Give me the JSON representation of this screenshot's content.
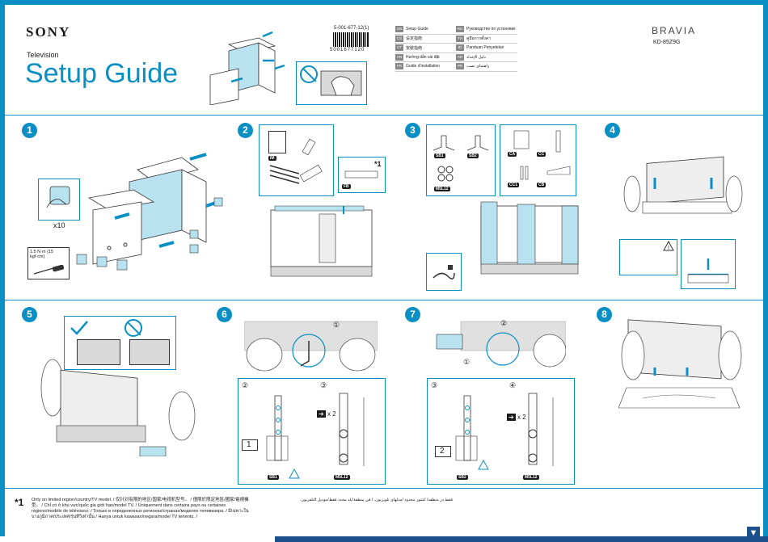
{
  "header": {
    "brand": "SONY",
    "product_type": "Television",
    "title": "Setup Guide",
    "part_number": "5-001-677-12(1)",
    "barcode_number": "5001677120",
    "series": "BRAVIA",
    "model": "KD-85Z9G"
  },
  "languages": [
    {
      "code": "GB",
      "label": "Setup Guide"
    },
    {
      "code": "RU",
      "label": "Руководство по установке"
    },
    {
      "code": "CS",
      "label": "设定指南"
    },
    {
      "code": "TH",
      "label": "คู่มือการตั้งค่า"
    },
    {
      "code": "CT",
      "label": "安裝指南"
    },
    {
      "code": "ID",
      "label": "Panduan Penyetelan"
    },
    {
      "code": "VN",
      "label": "Hướng dẫn cài đặt"
    },
    {
      "code": "AR",
      "label": "دليل الإعداد"
    },
    {
      "code": "FR",
      "label": "Guide d'installation"
    },
    {
      "code": "PR",
      "label": "راهنمای نصب"
    }
  ],
  "steps": [
    {
      "number": "1"
    },
    {
      "number": "2"
    },
    {
      "number": "3"
    },
    {
      "number": "4"
    },
    {
      "number": "5"
    },
    {
      "number": "6"
    },
    {
      "number": "7"
    },
    {
      "number": "8"
    }
  ],
  "step1": {
    "count_label": "x10",
    "torque_label": "1.5 N·m {15 kgf·cm}"
  },
  "step2": {
    "im_label": "IM",
    "fb_label": "FB",
    "footnote_ref": "*1"
  },
  "step3": {
    "sb1": "SB1",
    "sb2": "SB2",
    "m5l12": "M5L12",
    "ca": "CA",
    "cc": "CC",
    "cc1": "CC1",
    "cb": "CB"
  },
  "step6": {
    "sub1": "①",
    "sub2": "②",
    "sub3": "③",
    "mult": "x 2",
    "box_num": "1",
    "sb1": "SB1",
    "m5l12": "M5L12"
  },
  "step7": {
    "sub1": "①",
    "sub2": "②",
    "sub3": "③",
    "sub4": "④",
    "mult": "x 2",
    "box_num": "2",
    "sb2": "SB2",
    "m5l12": "M5L12"
  },
  "footnote": {
    "mark": "*1",
    "text": "Only on limited region/country/TV model. / 仅针对有限的地区/国家/电视机型号。 / 僅限於限定地區/國家/電視機型。 / Chỉ có ở khu vực/quốc gia giới hạn/model TV. / Uniquement dans certains pays ou certaines régions/modèle de téléviseur. / Только в определенных регионах/странах/моделях телевизора. / มีเฉพาะในบางภูมิภาค/ประเทศ/รุ่นทีวีเท่านั้น / Hanya untuk kawasan/negara/model TV tertentu. /",
    "arabic": "فقط در منطقه/ کشور محدود /مدلهای تلویزیون. / في منطقة/بلد محدد فقط/موديل التلفزيون."
  }
}
